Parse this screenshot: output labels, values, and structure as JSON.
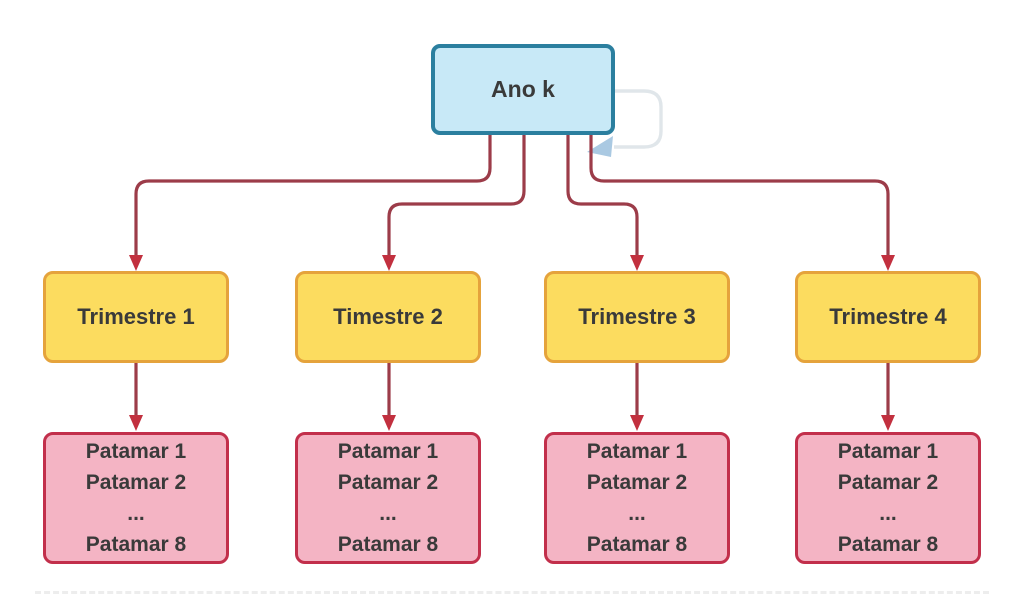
{
  "colors": {
    "root_fill": "#c8e9f7",
    "root_border": "#2b7f9f",
    "quarter_fill": "#fcdc5f",
    "quarter_border": "#e5a33c",
    "level_fill": "#f4b4c4",
    "level_border": "#c22f4b",
    "edge_line": "#9c3c49",
    "edge_arrow": "#c2303f",
    "loop_line": "#e0e6ea",
    "loop_arrow": "#aac9e2",
    "text": "#3a3a3a"
  },
  "diagram": {
    "root": {
      "label": "Ano k"
    },
    "columns": [
      {
        "quarter": "Trimestre 1",
        "levels": [
          "Patamar 1",
          "Patamar 2",
          "...",
          "Patamar 8"
        ]
      },
      {
        "quarter": "Timestre 2",
        "levels": [
          "Patamar 1",
          "Patamar 2",
          "...",
          "Patamar 8"
        ]
      },
      {
        "quarter": "Trimestre 3",
        "levels": [
          "Patamar 1",
          "Patamar 2",
          "...",
          "Patamar 8"
        ]
      },
      {
        "quarter": "Trimestre 4",
        "levels": [
          "Patamar 1",
          "Patamar 2",
          "...",
          "Patamar 8"
        ]
      }
    ]
  }
}
